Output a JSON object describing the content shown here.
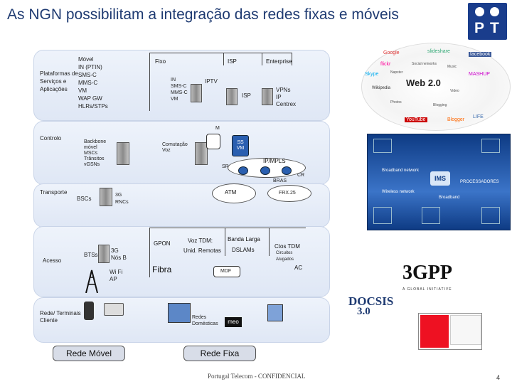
{
  "title": "As NGN possibilitam a integração das redes fixas e móveis",
  "logo": {
    "text_left": "P",
    "text_right": "T",
    "color": "#1a3d8c"
  },
  "layers": {
    "plataformas": "Plataformas de Serviços e Aplicações",
    "controlo": "Controlo",
    "transporte": "Transporte",
    "acesso": "Acesso",
    "terminais": "Rede/ Terminais Cliente"
  },
  "mobile_services": [
    "Móvel",
    "IN (PTIN)",
    "SMS-C",
    "MMS-C",
    "VM",
    "WAP GW",
    "HLRs/STPs"
  ],
  "fixo": {
    "label": "Fixo",
    "items": [
      "IN",
      "SMS-C",
      "MMS-C",
      "VM"
    ]
  },
  "iptv": "IPTV",
  "isp_top": "ISP",
  "isp_inner": "ISP",
  "enterprise": {
    "label": "Enterprise",
    "vpns": "VPNs",
    "ip": "IP",
    "centrex": "Centrex"
  },
  "control": {
    "backbone": [
      "Backbone",
      "móvel",
      "MSCs",
      "Trânsitos",
      "vGSNs"
    ],
    "comutacao": [
      "Comutação",
      "Voz"
    ],
    "sr": "SR",
    "ipmpls": "IP/MPLS",
    "cr": "CR",
    "bras": "BRAS",
    "ssvm": [
      "SS",
      "VM"
    ],
    "m": "M"
  },
  "transport": {
    "bscs": "BSCs",
    "rncs": [
      "3G",
      "RNCs"
    ],
    "atm": "ATM",
    "frx25": "FRX.25"
  },
  "access": {
    "bts": "BTSs",
    "nodeb": [
      "3G",
      "Nós B"
    ],
    "wifi": [
      "Wi Fi",
      "AP"
    ],
    "gpon": "GPON",
    "voz_tdm": "Voz TDM:",
    "uni_remotas": "Unid. Remotas",
    "banda_larga": "Banda Larga",
    "dslams": "DSLAMs",
    "ctos_tdm": "Ctos TDM",
    "circuitos": [
      "Circuitos",
      "Alugados"
    ],
    "ac": "AC",
    "fibra": "Fibra",
    "mdf": "MDF"
  },
  "redes_domesticas": [
    "Redes",
    "Domésticas"
  ],
  "meo": "meo",
  "rede_movel": "Rede Móvel",
  "rede_fixa": "Rede Fixa",
  "confidencial": "Portugal Telecom - CONFIDENCIAL",
  "page_number": "4",
  "web20": {
    "center": "Web 2.0",
    "tags": [
      "Google",
      "slideshare",
      "facebook",
      "flickr",
      "Skype",
      "Wikipedia",
      "MASHUP",
      "YouTube",
      "Blogger",
      "LIFE",
      "Napster",
      "Social networks",
      "Music",
      "Video",
      "Photos",
      "Blogging"
    ]
  },
  "ims": {
    "center": "IMS",
    "labels": [
      "Broadband network",
      "Wireless network",
      "Broadband",
      "PROCESSADORES"
    ]
  },
  "threegpp": "3GPP",
  "threegpp_sub": "A GLOBAL INITIATIVE",
  "docsis": "DOCSIS",
  "docsis_ver": "3.0"
}
